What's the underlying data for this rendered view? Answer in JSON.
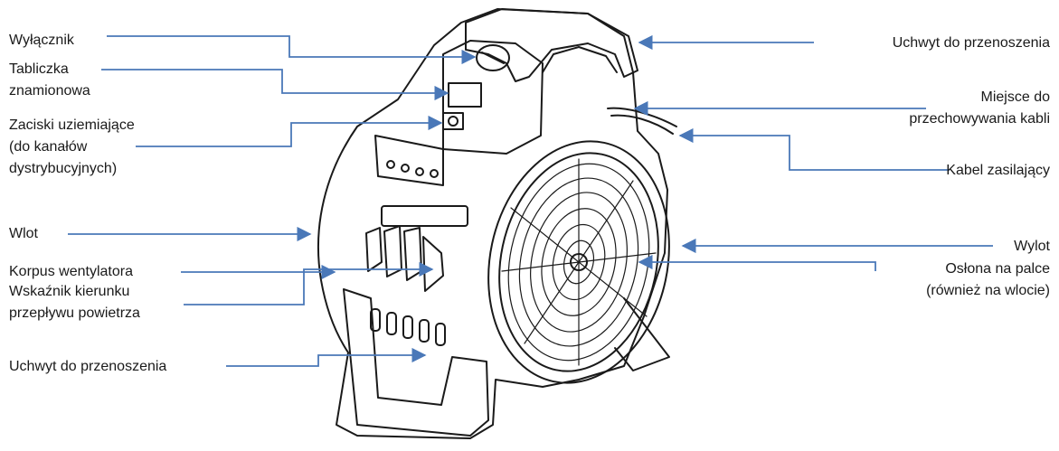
{
  "diagram": {
    "colors": {
      "leader": "#4a78b8",
      "outline": "#1a1a1a",
      "text": "#1a1a1a",
      "background": "#ffffff"
    },
    "labels_left": [
      {
        "id": "wylacznik",
        "text": "Wyłącznik"
      },
      {
        "id": "tabliczka",
        "lines": [
          "Tabliczka",
          "znamionowa"
        ]
      },
      {
        "id": "zaciski",
        "lines": [
          "Zaciski uziemiające",
          "(do kanałów",
          "dystrybucyjnych)"
        ]
      },
      {
        "id": "wlot",
        "text": "Wlot"
      },
      {
        "id": "korpus",
        "text": "Korpus wentylatora"
      },
      {
        "id": "wskaznik",
        "lines": [
          "Wskaźnik kierunku",
          "przepływu powietrza"
        ]
      },
      {
        "id": "uchwyt_dolny",
        "text": "Uchwyt do przenoszenia"
      }
    ],
    "labels_right": [
      {
        "id": "uchwyt_gorny",
        "text": "Uchwyt do przenoszenia"
      },
      {
        "id": "miejsce",
        "lines": [
          "Miejsce do",
          "przechowywania kabli"
        ]
      },
      {
        "id": "kabel",
        "text": "Kabel zasilający"
      },
      {
        "id": "wylot",
        "text": "Wylot"
      },
      {
        "id": "oslona",
        "lines": [
          "Osłona na palce",
          "(również na wlocie)"
        ]
      }
    ]
  }
}
